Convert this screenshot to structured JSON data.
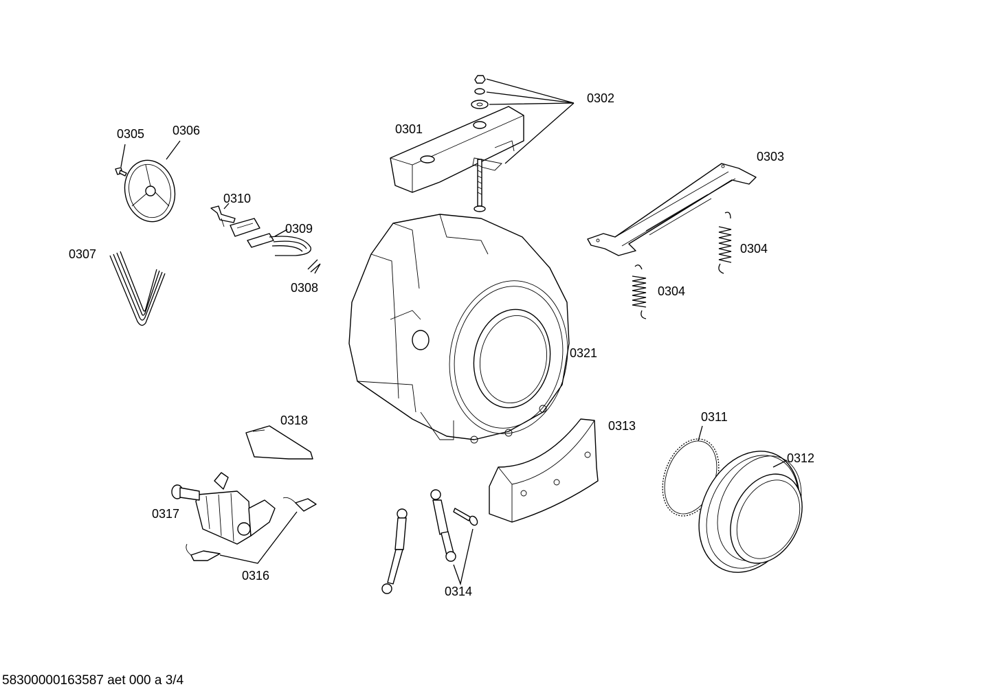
{
  "labels": {
    "p0301": "0301",
    "p0302": "0302",
    "p0303": "0303",
    "p0304a": "0304",
    "p0304b": "0304",
    "p0305": "0305",
    "p0306": "0306",
    "p0307": "0307",
    "p0308": "0308",
    "p0309": "0309",
    "p0310": "0310",
    "p0311": "0311",
    "p0312": "0312",
    "p0313": "0313",
    "p0314": "0314",
    "p0316": "0316",
    "p0317": "0317",
    "p0318": "0318",
    "p0321": "0321"
  },
  "footer": "58300000163587 aet 000 a 3/4"
}
